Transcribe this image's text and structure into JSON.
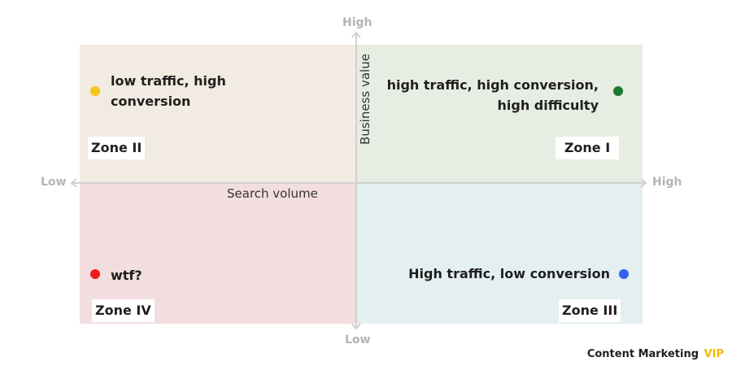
{
  "axes": {
    "x_low": "Low",
    "x_high": "High",
    "y_low": "Low",
    "y_high": "High",
    "x_title": "Search volume",
    "y_title": "Business value",
    "axis_color": "#d0d0d0"
  },
  "quadrants": {
    "zone1": {
      "tag": "Zone I",
      "note": "high traffic, high conversion, high difficulty",
      "dot_color": "#1e7a2e",
      "bg": "#e7ede3"
    },
    "zone2": {
      "tag": "Zone II",
      "note": "low traffic, high conversion",
      "dot_color": "#f5c518",
      "bg": "#f2ebe1"
    },
    "zone3": {
      "tag": "Zone III",
      "note": "High traffic, low conversion",
      "dot_color": "#2f62f0",
      "bg": "#e3eff0"
    },
    "zone4": {
      "tag": "Zone IV",
      "note": "wtf?",
      "dot_color": "#ee1c1c",
      "bg": "#f2dedf"
    }
  },
  "brand": {
    "name": "Content Marketing",
    "badge": "VIP"
  }
}
